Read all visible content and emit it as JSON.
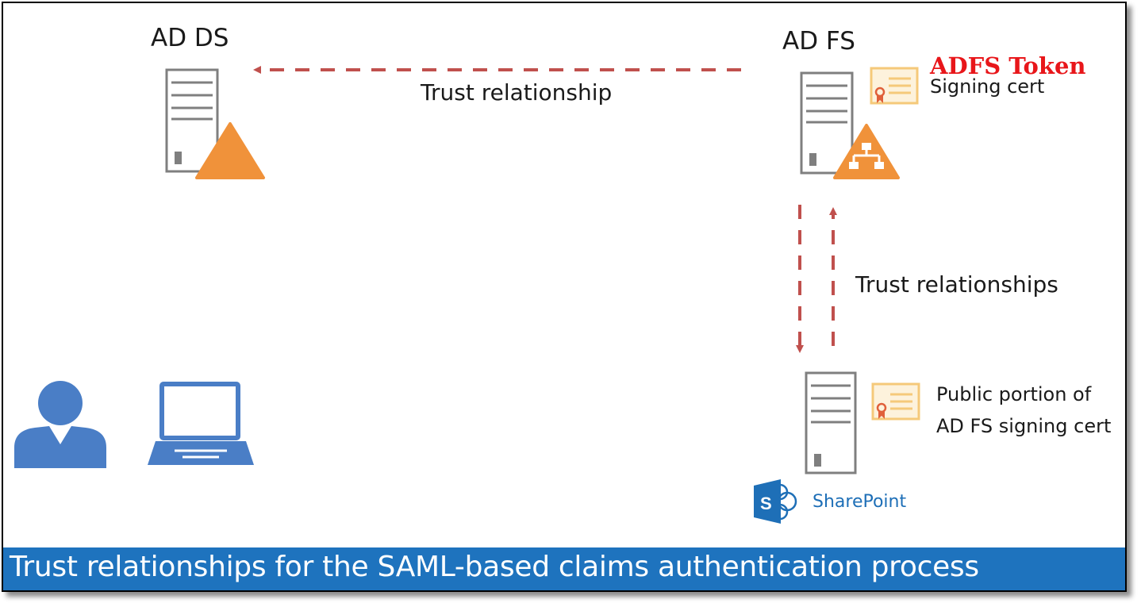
{
  "nodes": {
    "ad_ds": {
      "title": "AD DS"
    },
    "ad_fs": {
      "title": "AD FS",
      "cert_heading": "ADFS Token",
      "cert_label": "Signing cert"
    },
    "sharepoint": {
      "brand": "SharePoint",
      "logo_letter": "S",
      "cert_label_line1": "Public portion of",
      "cert_label_line2": "AD FS signing cert"
    }
  },
  "edges": {
    "adfs_to_adds": "Trust relationship",
    "adfs_sharepoint": "Trust relationships"
  },
  "caption": "Trust relationships for the SAML-based claims authentication process",
  "colors": {
    "arrow": "#c0504d",
    "server_outline": "#7f7f7f",
    "triangle": "#f0923a",
    "cert_border": "#f5c97a",
    "cert_fill": "#fdf2dc",
    "user_blue": "#4a7ec6",
    "caption_bar": "#1e73be",
    "heading_red": "#e8161a",
    "sharepoint_blue": "#1e6fb7"
  },
  "icons": [
    "server-icon",
    "warning-triangle-icon",
    "hierarchy-triangle-icon",
    "certificate-icon",
    "user-icon",
    "laptop-icon",
    "sharepoint-logo-icon"
  ]
}
